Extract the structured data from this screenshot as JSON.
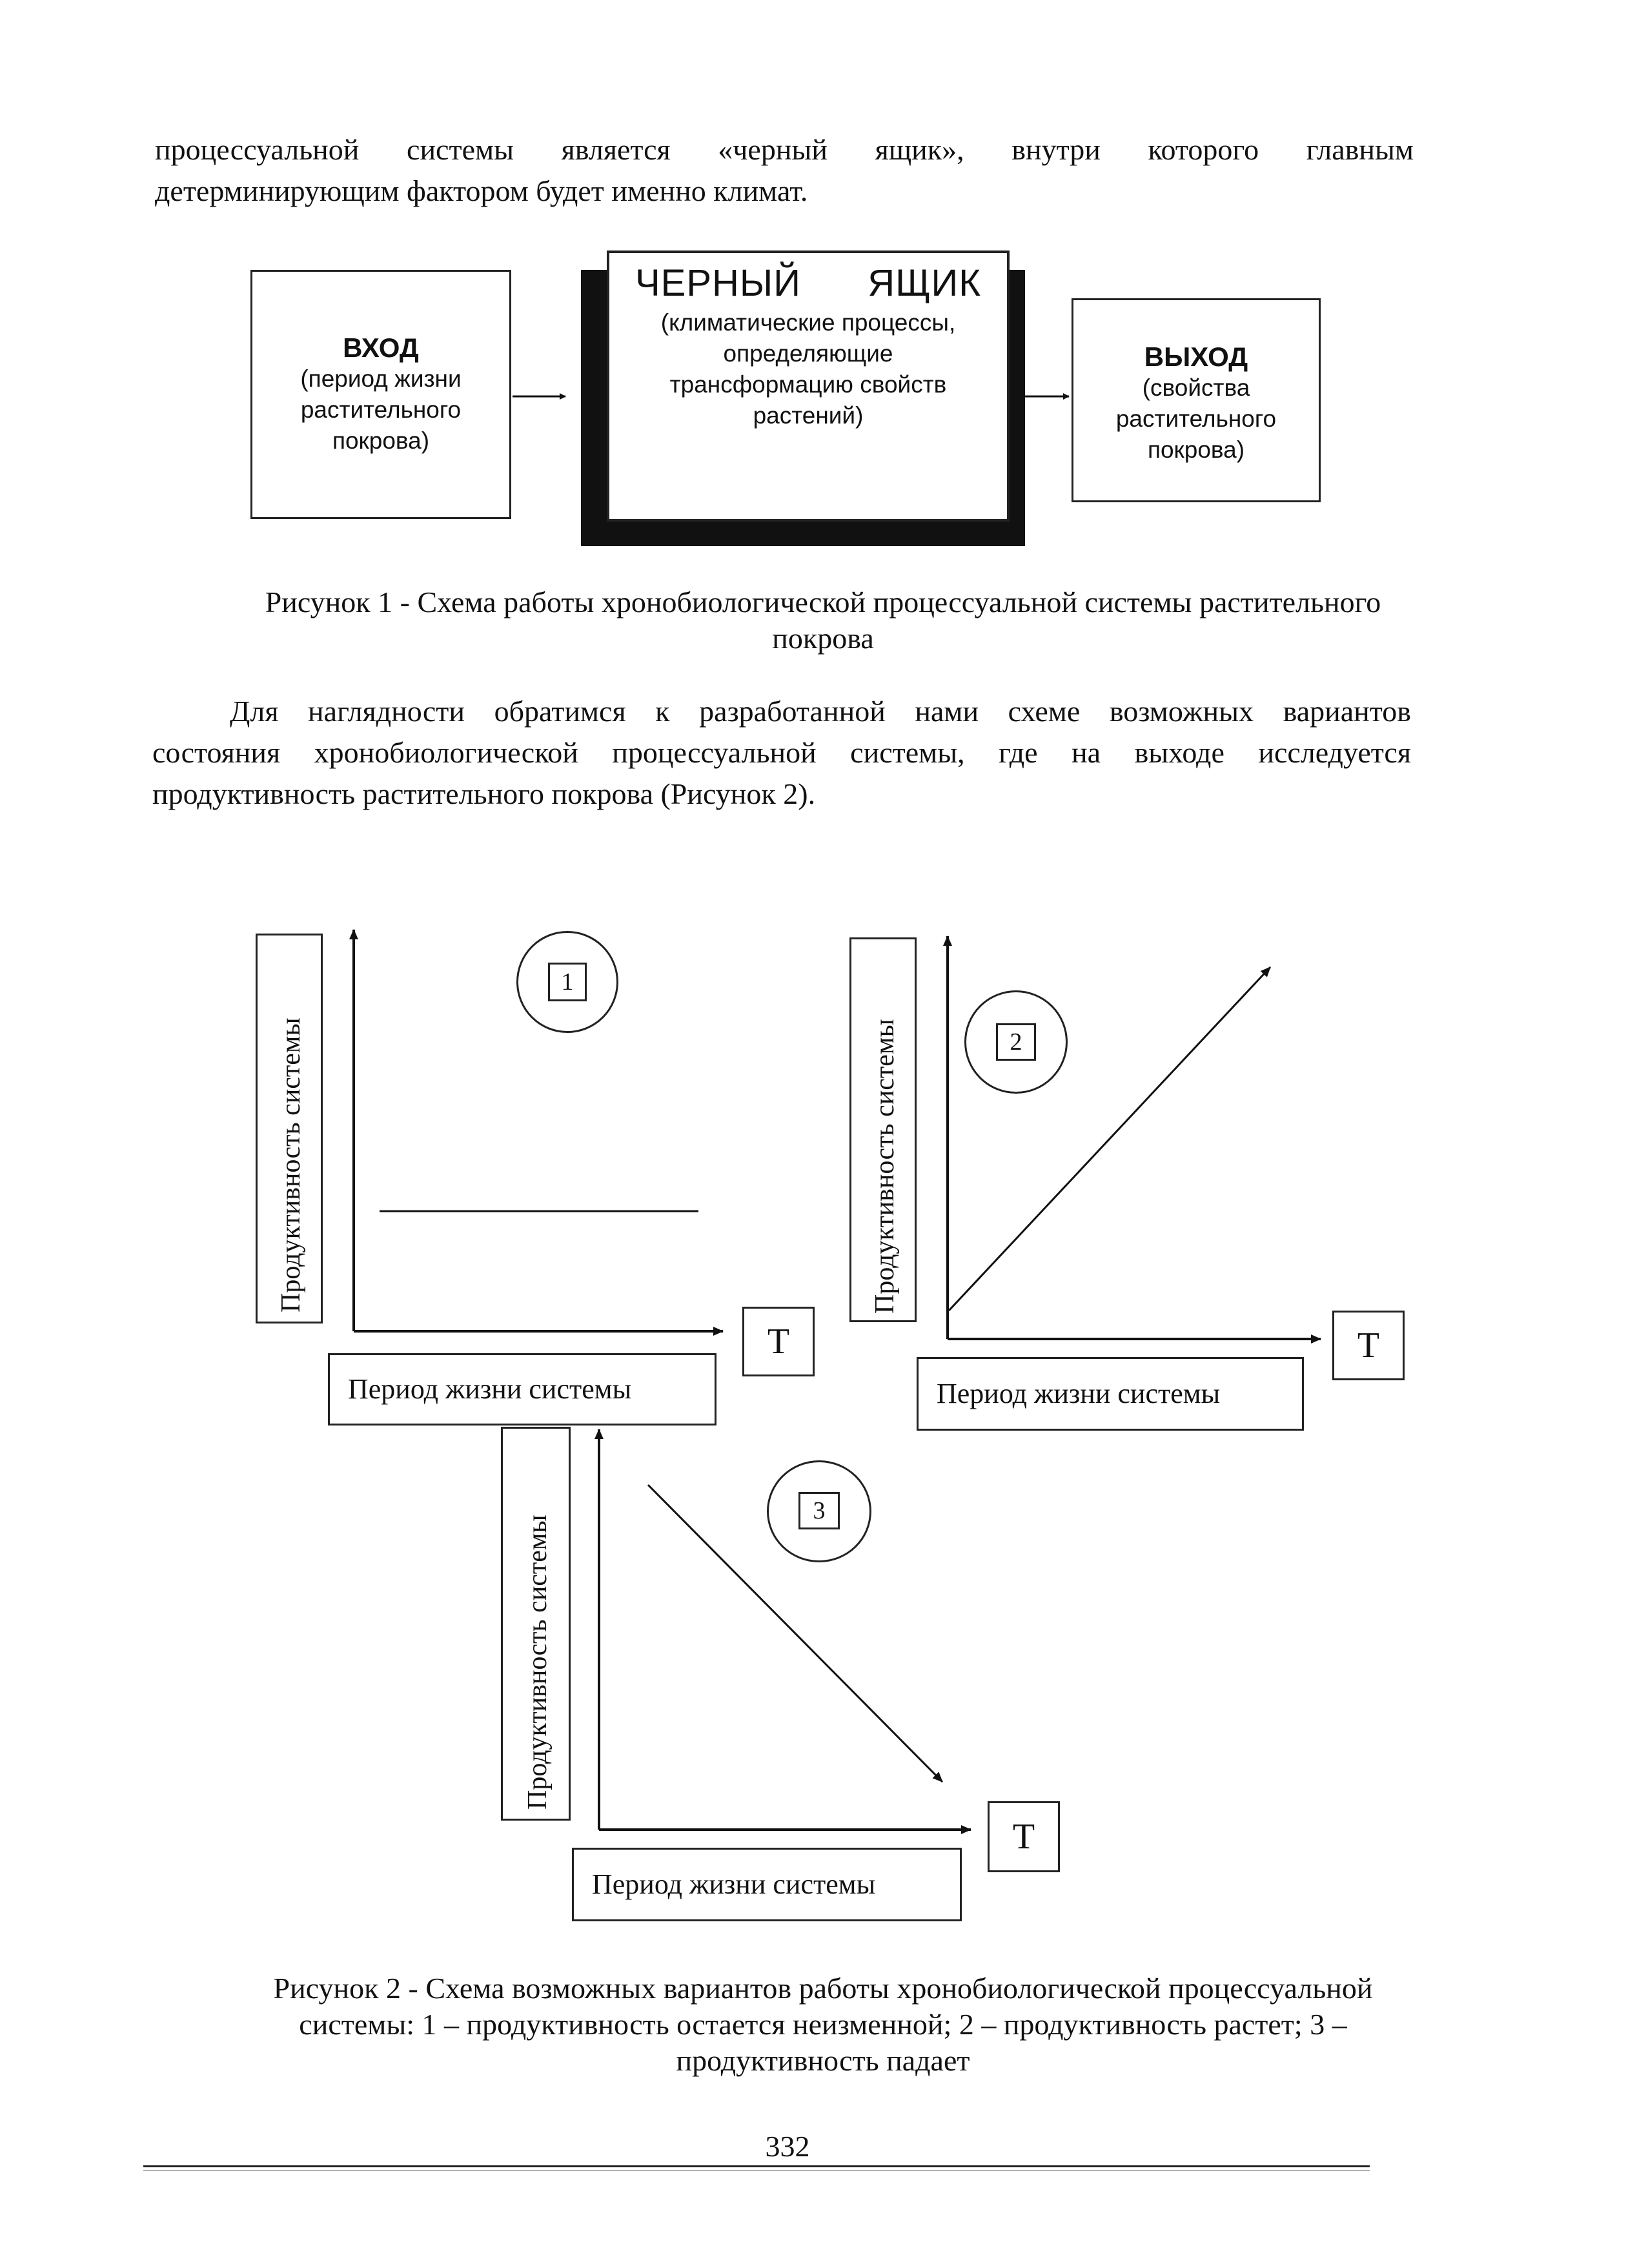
{
  "intro_text": {
    "line1": "процессуальной системы является «черный ящик», внутри которого главным",
    "line2": "детерминирующим фактором будет именно климат."
  },
  "figure1": {
    "input_box": {
      "title": "ВХОД",
      "lines": [
        "(период жизни",
        "растительного",
        "покрова)"
      ]
    },
    "black_box": {
      "title_left": "ЧЕРНЫЙ",
      "title_right": "ЯЩИК",
      "lines": [
        "(климатические процессы,",
        "определяющие",
        "трансформацию свойств",
        "растений)"
      ]
    },
    "output_box": {
      "title": "ВЫХОД",
      "lines": [
        "(свойства",
        "растительного",
        "покрова)"
      ]
    },
    "caption_line1": "Рисунок 1 - Схема работы хронобиологической процессуальной системы растительного",
    "caption_line2": "покрова"
  },
  "body_text": {
    "line1": "Для наглядности обратимся к разработанной нами схеме возможных вариантов",
    "line2": "состояния хронобиологической процессуальной системы, где на выходе исследуется",
    "line3": "продуктивность растительного покрова (Рисунок 2)."
  },
  "figure2": {
    "panels": [
      {
        "number": "1",
        "y_label": "Продуктивность системы",
        "x_label": "Период жизни системы",
        "t_label": "Т"
      },
      {
        "number": "2",
        "y_label": "Продуктивность системы",
        "x_label": "Период жизни системы",
        "t_label": "Т"
      },
      {
        "number": "3",
        "y_label": "Продуктивность системы",
        "x_label": "Период жизни системы",
        "t_label": "Т"
      }
    ],
    "caption_line1": "Рисунок 2 - Схема возможных вариантов работы хронобиологической процессуальной",
    "caption_line2": "системы: 1 – продуктивность остается неизменной; 2 – продуктивность растет; 3 –",
    "caption_line3": "продуктивность падает"
  },
  "page_number": "332"
}
